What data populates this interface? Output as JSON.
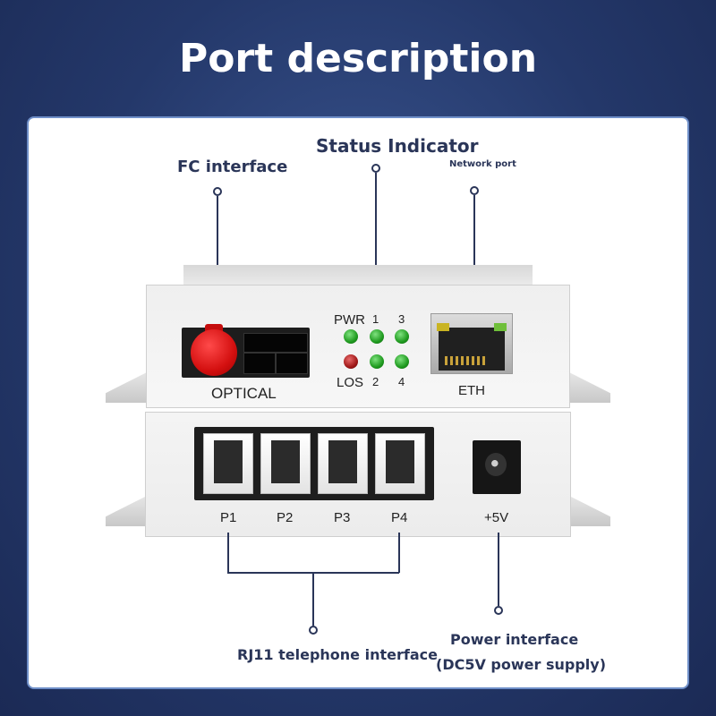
{
  "title": "Port description",
  "callouts": {
    "fc_interface": "FC interface",
    "status_indicator": "Status Indicator",
    "network_port": "Network port",
    "rj11": "RJ11 telephone interface",
    "power_line1": "Power interface",
    "power_line2": "(DC5V power supply)"
  },
  "device": {
    "optical": "OPTICAL",
    "eth": "ETH",
    "led_labels": {
      "pwr": "PWR",
      "l1": "1",
      "l3": "3",
      "los": "LOS",
      "l2": "2",
      "l4": "4"
    },
    "ports": [
      "P1",
      "P2",
      "P3",
      "P4"
    ],
    "power": "+5V"
  },
  "colors": {
    "background": "#24386a",
    "panel_border": "#6f8fc8",
    "text": "#2a3558",
    "led_green": "#1f9a1f",
    "led_red": "#a01818",
    "fc_cap": "#d41010"
  }
}
